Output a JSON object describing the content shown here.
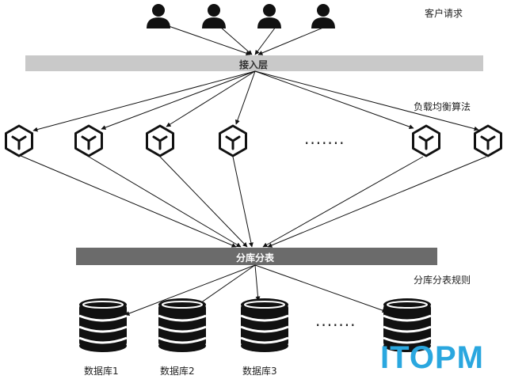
{
  "labels": {
    "client_requests": "客户请求",
    "access_layer": "接入层",
    "load_balancing": "负载均衡算法",
    "sharding": "分库分表",
    "sharding_rules": "分库分表规则",
    "ellipsis_servers": "·······",
    "ellipsis_dbs": "·······"
  },
  "databases": [
    "数据库1",
    "数据库2",
    "数据库3"
  ],
  "users": [
    "user",
    "user",
    "user",
    "user"
  ],
  "servers": [
    "server",
    "server",
    "server",
    "server",
    "server",
    "server"
  ],
  "watermark": "ITOPM",
  "colors": {
    "access_bar": "#c9c9c9",
    "sharding_bar": "#6b6b6b",
    "logo": "#2aa7df",
    "stroke": "#111111"
  }
}
